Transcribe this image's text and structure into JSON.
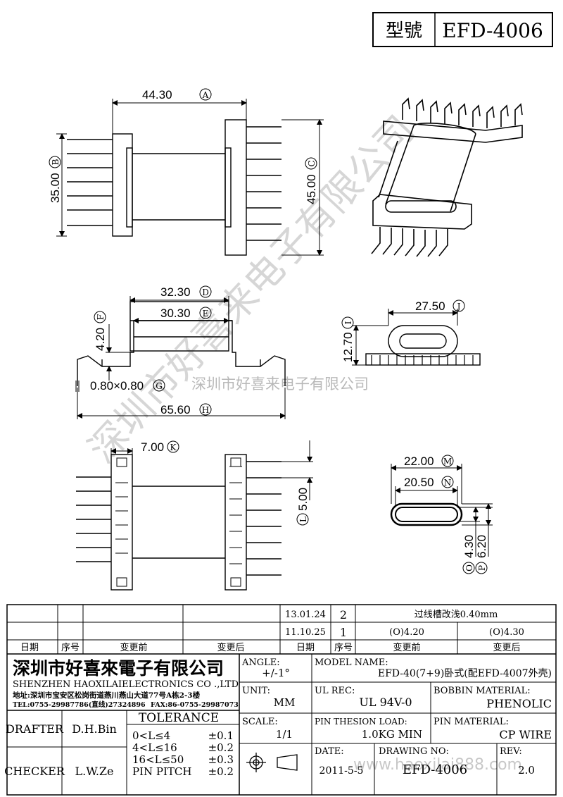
{
  "model_box": {
    "label": "型號",
    "value": "EFD-4006"
  },
  "watermark": {
    "diagonal": "深圳市好喜来电子有限公司",
    "horizontal": "深圳市好喜来电子有限公司"
  },
  "dims": {
    "A": {
      "value": "44.30",
      "letter": "A"
    },
    "B": {
      "value": "35.00",
      "letter": "B"
    },
    "C": {
      "value": "45.00",
      "letter": "C"
    },
    "D": {
      "value": "32.30",
      "letter": "D"
    },
    "E": {
      "value": "30.30",
      "letter": "E"
    },
    "F": {
      "value": "4.20",
      "letter": "F"
    },
    "G": {
      "value": "0.80×0.80",
      "letter": "G"
    },
    "H": {
      "value": "65.60",
      "letter": "H"
    },
    "I": {
      "value": "12.70",
      "letter": "I"
    },
    "J": {
      "value": "27.50",
      "letter": "J"
    },
    "K": {
      "value": "7.00",
      "letter": "K"
    },
    "L": {
      "value": "5.00",
      "letter": "L"
    },
    "M": {
      "value": "22.00",
      "letter": "M"
    },
    "N": {
      "value": "20.50",
      "letter": "N"
    },
    "O": {
      "value": "4.30",
      "letter": "O"
    },
    "P": {
      "value": "6.20",
      "letter": "P"
    }
  },
  "revisions": {
    "rows": [
      {
        "date": "13.01.24",
        "seq": "2",
        "before": "",
        "after": "过线槽改浅0.40mm"
      },
      {
        "date": "11.10.25",
        "seq": "1",
        "before": "(O)4.20",
        "after": "(O)4.30"
      }
    ],
    "headers": {
      "date": "日期",
      "seq": "序号",
      "before": "变更前",
      "after": "变更后"
    }
  },
  "company": {
    "name_cn": "深圳市好喜來電子有限公司",
    "name_en": "SHENZHEN HAOXILAIELECTRONICS CO .,LTD",
    "address": "地址:深圳市宝安区松岗街道燕川燕山大道77号A栋2-3楼",
    "tel": "TEL:0755-29987786(直线)27324896",
    "fax": "FAX:86-0755-29987073"
  },
  "title_block": {
    "angle_label": "ANGLE:",
    "angle_value": "+/-1°",
    "model_label": "MODEL NAME:",
    "model_value": "EFD-40(7+9)卧式(配EFD-4007外壳)",
    "unit_label": "UNIT:",
    "unit_value": "MM",
    "ulrec_label": "UL REC:",
    "ulrec_value": "UL 94V-0",
    "bobbin_label": "BOBBIN MATERIAL:",
    "bobbin_value": "PHENOLIC",
    "drafter_label": "DRAFTER",
    "drafter_value": "D.H.Bin",
    "checker_label": "CHECKER",
    "checker_value": "L.W.Ze",
    "tolerance_label": "TOLERANCE",
    "tol1_range": "0<L≤4",
    "tol1_value": "±0.1",
    "tol2_range": "4<L≤16",
    "tol2_value": "±0.2",
    "tol3_range": "16<L≤50",
    "tol3_value": "±0.3",
    "tol4_range": "PIN PITCH",
    "tol4_value": "±0.2",
    "scale_label": "SCALE:",
    "scale_value": "1/1",
    "pinload_label": "PIN THESION LOAD:",
    "pinload_value": "1.0KG MIN",
    "pinmat_label": "PIN MATERIAL:",
    "pinmat_value": "CP  WIRE",
    "date_label": "DATE:",
    "date_value": "2011-5-5",
    "drawno_label": "DRAWING NO:",
    "drawno_value": "EFD-4006",
    "drawno_watermark": "www.haoxilai888.com",
    "rev_label": "REV:",
    "rev_value": "2.0"
  }
}
